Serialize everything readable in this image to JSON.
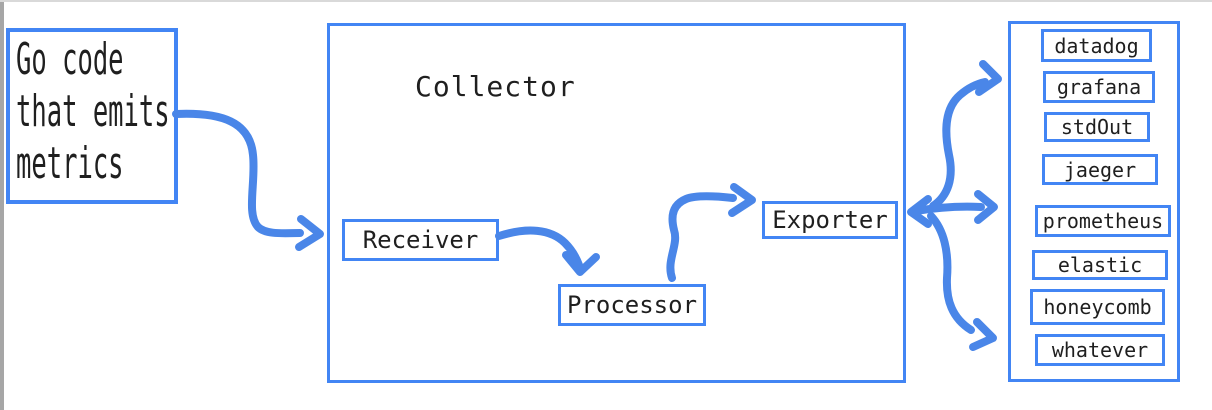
{
  "colors": {
    "box_border_blue": "#4285f4",
    "arrow_blue": "#4a86e8",
    "text_black": "#1f1f1f",
    "edge_gray": "#a6a6a6",
    "top_edge_gray": "#d9d9d9"
  },
  "source_box": {
    "lines": [
      "Go code",
      "that emits",
      "metrics"
    ]
  },
  "collector": {
    "title": "Collector",
    "stages": [
      {
        "label": "Receiver"
      },
      {
        "label": "Processor"
      },
      {
        "label": "Exporter"
      }
    ]
  },
  "destinations": {
    "items": [
      "datadog",
      "grafana",
      "stdOut",
      "jaeger",
      "prometheus",
      "elastic",
      "honeycomb",
      "whatever"
    ]
  },
  "arrows": [
    {
      "from": "go-code-source",
      "to": "collector-receiver"
    },
    {
      "from": "receiver",
      "to": "processor"
    },
    {
      "from": "processor",
      "to": "exporter"
    },
    {
      "from": "exporter",
      "to": "destinations-middle",
      "style": "double-headed"
    },
    {
      "from": "exporter",
      "to": "destinations-top"
    },
    {
      "from": "exporter",
      "to": "destinations-bottom"
    }
  ]
}
